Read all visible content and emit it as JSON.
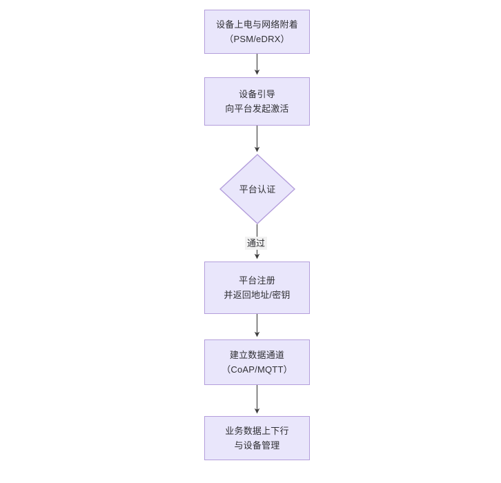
{
  "diagram": {
    "type": "flowchart",
    "orientation": "top-to-bottom",
    "title": "",
    "background_color": "#ffffff",
    "node_fill_color": "#e9e6fb",
    "node_border_color": "#b39ddb",
    "text_color": "#2f2f33",
    "edge_color": "#4a4a4a",
    "nodes": [
      {
        "id": "n1",
        "shape": "rectangle",
        "label": "设备上电与网络附着\n（PSM/eDRX）"
      },
      {
        "id": "n2",
        "shape": "rectangle",
        "label": "设备引导\n向平台发起激活"
      },
      {
        "id": "n3",
        "shape": "diamond",
        "label": "平台认证"
      },
      {
        "id": "n4",
        "shape": "rectangle",
        "label": "平台注册\n并返回地址/密钥"
      },
      {
        "id": "n5",
        "shape": "rectangle",
        "label": "建立数据通道\n（CoAP/MQTT）"
      },
      {
        "id": "n6",
        "shape": "rectangle",
        "label": "业务数据上下行\n与设备管理"
      }
    ],
    "edges": [
      {
        "from": "n1",
        "to": "n2",
        "label": ""
      },
      {
        "from": "n2",
        "to": "n3",
        "label": ""
      },
      {
        "from": "n3",
        "to": "n4",
        "label": "通过"
      },
      {
        "from": "n4",
        "to": "n5",
        "label": ""
      },
      {
        "from": "n5",
        "to": "n6",
        "label": ""
      }
    ]
  }
}
